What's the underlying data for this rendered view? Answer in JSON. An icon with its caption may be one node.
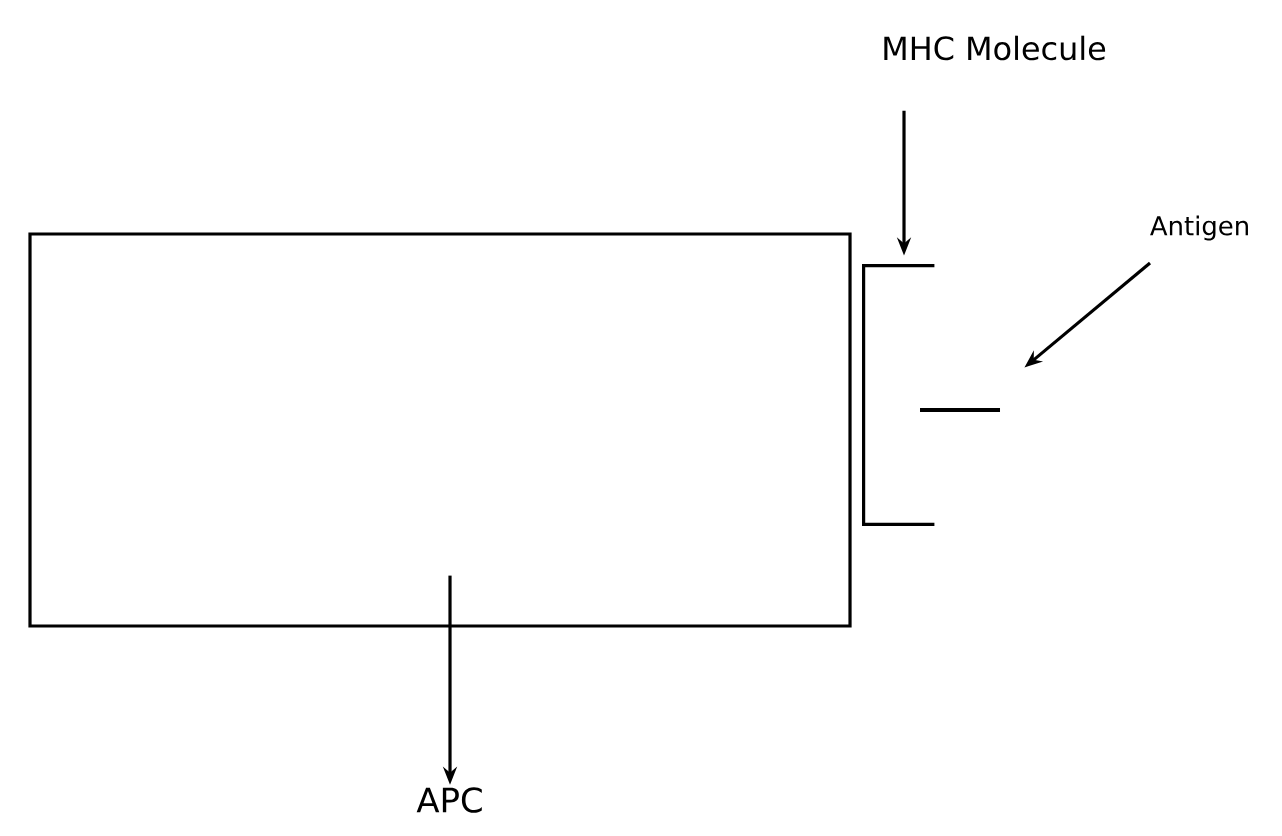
{
  "diagram": {
    "nodes": [
      {
        "text": [],
        "shape": "box"
      },
      {
        "text": [
          "APC"
        ]
      },
      {
        "text": [
          "MHC Molecule"
        ]
      },
      {
        "text": [],
        "shape": "bracket"
      },
      {
        "text": [
          "Antigen"
        ]
      },
      {
        "text": [],
        "shape": "bar"
      }
    ],
    "edges": [
      {
        "from": 0,
        "to": 1,
        "arrow": "to"
      },
      {
        "from": 2,
        "to": 3,
        "arrow": "to"
      },
      {
        "from": 4,
        "to": 5,
        "arrow": "to"
      }
    ]
  }
}
